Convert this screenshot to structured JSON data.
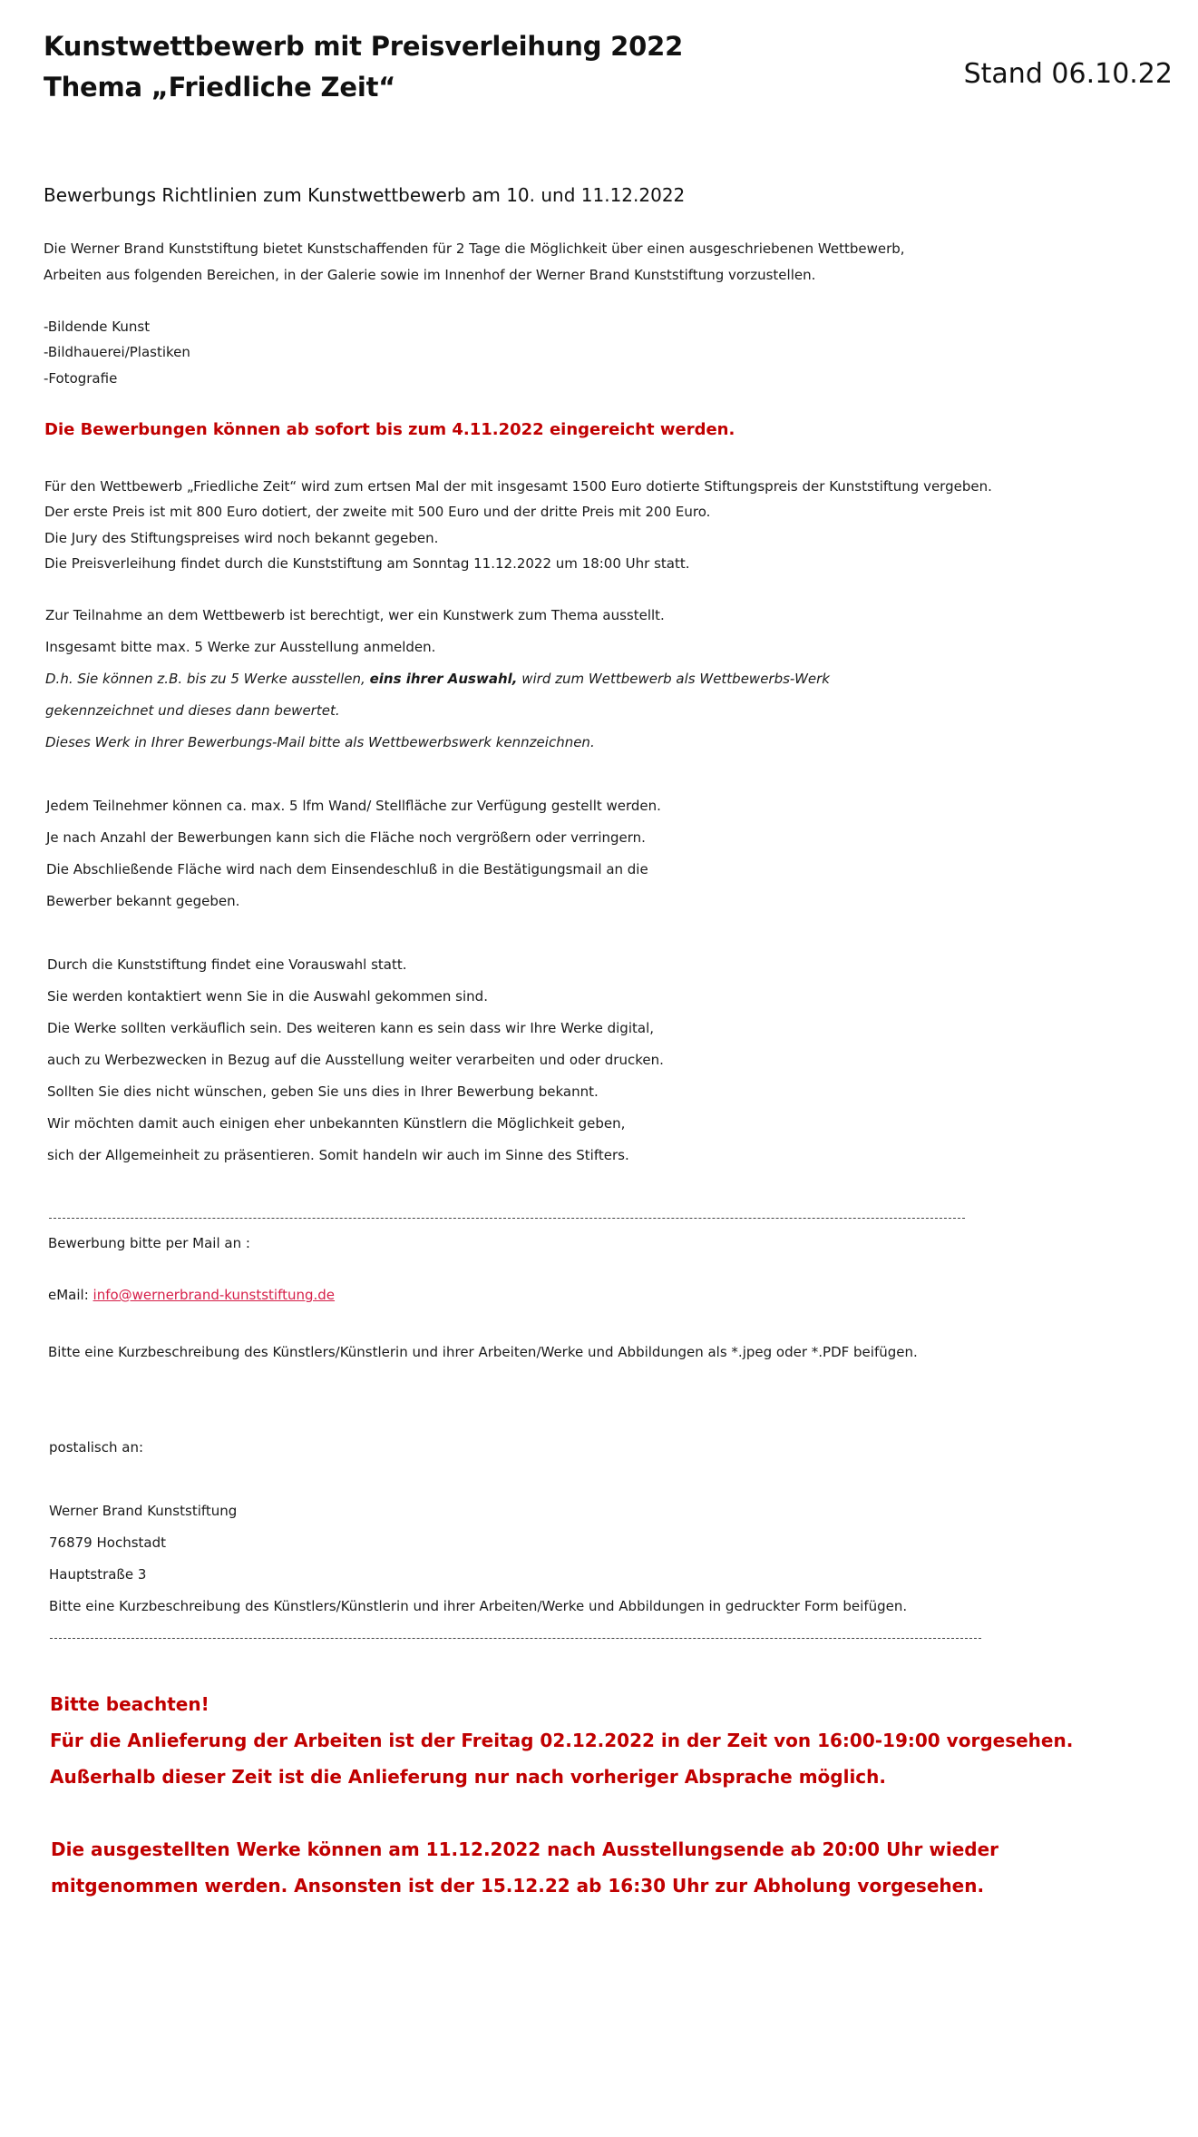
{
  "header": {
    "title_line1": "Kunstwettbewerb mit Preisverleihung 2022",
    "title_line2": "Thema „Friedliche Zeit“",
    "stand": "Stand 06.10.22"
  },
  "intro": {
    "heading": "Bewerbungs Richtlinien zum Kunstwettbewerb am 10. und 11.12.2022",
    "p1_line1": "Die Werner Brand Kunststiftung bietet Kunstschaffenden für 2 Tage die Möglichkeit über einen ausgeschriebenen Wettbewerb,",
    "p1_line2": "Arbeiten aus folgenden Bereichen, in der Galerie sowie im Innenhof der Werner Brand Kunststiftung vorzustellen.",
    "categories": [
      "-Bildende Kunst",
      "-Bildhauerei/Plastiken",
      "-Fotografie"
    ]
  },
  "deadline": "Die Bewerbungen können ab sofort bis zum 4.11.2022 eingereicht werden.",
  "prize": {
    "line1": "Für den Wettbewerb „Friedliche Zeit“ wird zum ertsen Mal der mit insgesamt 1500 Euro dotierte Stiftungspreis  der Kunststiftung vergeben.",
    "line2": "Der erste Preis ist mit 800 Euro dotiert, der zweite mit 500 Euro und der dritte Preis mit 200 Euro.",
    "line3": "Die Jury des Stiftungspreises wird noch bekannt gegeben.",
    "line4": "Die Preisverleihung findet durch die Kunststiftung am Sonntag 11.12.2022 um 18:00 Uhr statt."
  },
  "participation": {
    "line1": "Zur Teilnahme an dem Wettbewerb ist berechtigt, wer ein Kunstwerk zum Thema ausstellt.",
    "line2": "Insgesamt bitte max. 5 Werke zur Ausstellung anmelden.",
    "line3_pre": "D.h. Sie können z.B. bis zu 5 Werke ausstellen, ",
    "line3_bold": "eins ihrer Auswahl,",
    "line3_post": " wird zum Wettbewerb als Wettbewerbs-Werk",
    "line4": "gekennzeichnet und dieses dann bewertet.",
    "line5": "Dieses Werk in Ihrer Bewerbungs-Mail bitte als Wettbewerbswerk kennzeichnen."
  },
  "space": {
    "line1": "Jedem Teilnehmer können ca. max. 5 lfm Wand/ Stellfläche zur Verfügung gestellt werden.",
    "line2": "Je nach Anzahl der Bewerbungen kann sich die Fläche noch vergrößern oder verringern.",
    "line3": "Die Abschließende Fläche wird nach dem Einsendeschluß in die Bestätigungsmail an die",
    "line4": "Bewerber bekannt gegeben."
  },
  "selection": {
    "line1": "Durch die Kunststiftung findet eine Vorauswahl statt.",
    "line2": "Sie werden kontaktiert wenn Sie in die Auswahl gekommen sind.",
    "line3": "Die Werke sollten verkäuflich sein. Des weiteren kann es sein dass wir Ihre Werke digital,",
    "line4": "auch zu Werbezwecken in Bezug auf die Ausstellung weiter verarbeiten und oder drucken.",
    "line5": "Sollten Sie dies nicht wünschen, geben Sie uns dies in Ihrer Bewerbung bekannt.",
    "line6": "Wir möchten damit auch einigen eher unbekannten Künstlern die Möglichkeit geben,",
    "line7": "sich der Allgemeinheit zu präsentieren. Somit handeln wir auch im Sinne des Stifters."
  },
  "contact": {
    "mail_intro": "Bewerbung bitte per Mail an :",
    "email_label": "eMail: ",
    "email": "info@wernerbrand-kunststiftung.de",
    "mail_note": "Bitte eine Kurzbeschreibung  des Künstlers/Künstlerin und ihrer Arbeiten/Werke und Abbildungen als  *.jpeg oder *.PDF beifügen.",
    "postal_intro": "postalisch an:",
    "address": [
      "Werner Brand Kunststiftung",
      "76879 Hochstadt",
      "Hauptstraße 3"
    ],
    "postal_note": "Bitte eine Kurzbeschreibung  des Künstlers/Künstlerin und ihrer Arbeiten/Werke und Abbildungen in gedruckter Form beifügen."
  },
  "notice": {
    "line1": "Bitte beachten!",
    "line2": "Für die Anlieferung der Arbeiten ist der Freitag 02.12.2022 in der Zeit von 16:00-19:00 vorgesehen.",
    "line3": "Außerhalb dieser Zeit ist die Anlieferung nur nach vorheriger Absprache möglich.",
    "line4": "Die ausgestellten Werke können am 11.12.2022 nach Ausstellungsende ab 20:00 Uhr wieder",
    "line5": "mitgenommen werden. Ansonsten ist der 15.12.22 ab 16:30 Uhr zur Abholung vorgesehen."
  },
  "colors": {
    "accent_red": "#c00000",
    "link": "#d6204a"
  }
}
